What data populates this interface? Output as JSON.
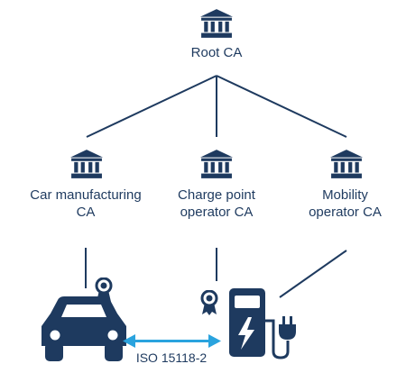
{
  "colors": {
    "navy": "#1e3a5f",
    "arrow": "#2aa3de",
    "background": "#ffffff"
  },
  "icons": {
    "authority": "bank-building-icon",
    "certificate": "award-ribbon-icon",
    "vehicle": "car-icon",
    "charger": "charging-station-icon",
    "plug": "power-plug-icon"
  },
  "nodes": {
    "root": {
      "label": "Root CA"
    },
    "car_manufacturing": {
      "line1": "Car manufacturing",
      "line2": "CA"
    },
    "charge_point": {
      "line1": "Charge point",
      "line2": "operator CA"
    },
    "mobility": {
      "line1": "Mobility",
      "line2": "operator CA"
    }
  },
  "protocol_label": "ISO 15118-2"
}
